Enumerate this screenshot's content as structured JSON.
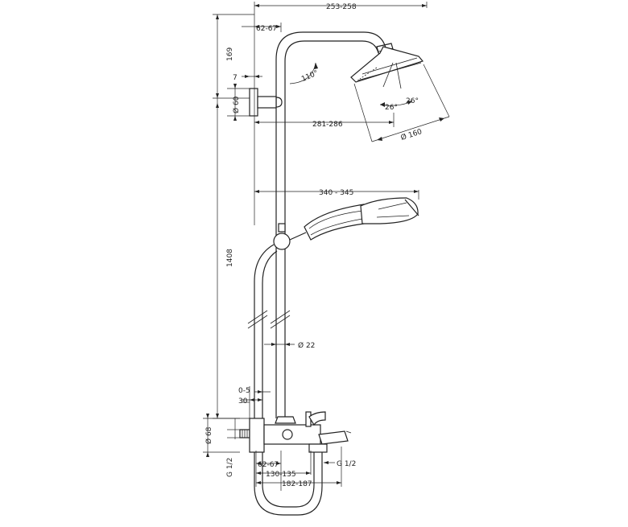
{
  "dimensions": {
    "top_width": "253-258",
    "arm_offset": "62-67",
    "arm_angle": "110°",
    "wall_gap": "7",
    "bracket_dia": "Ø 60",
    "arm_reach": "281-286",
    "head_angle_left": "26°",
    "head_angle_right": "26°",
    "head_dia": "Ø 160",
    "top_height": "169",
    "total_height": "1408",
    "handshower_reach": "340 - 345",
    "bar_dia": "Ø 22",
    "offset_small": "0-5",
    "offset_30": "30",
    "mixer_dia": "Ø 68",
    "thread_left": "G 1/2",
    "mixer_offset": "62-67",
    "mixer_width": "130-135",
    "spout_reach": "182-187",
    "thread_right": "G 1/2"
  }
}
